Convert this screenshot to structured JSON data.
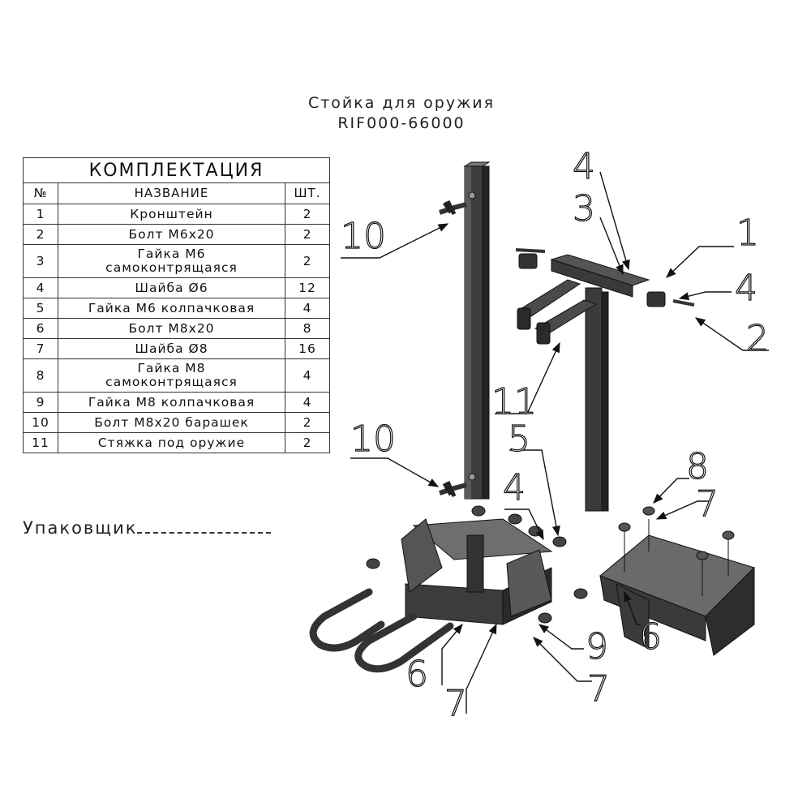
{
  "title": {
    "line1": "Стойка для оружия",
    "line2": "RIF000-66000"
  },
  "table": {
    "caption": "КОМПЛЕКТАЦИЯ",
    "headers": {
      "num": "№",
      "name": "НАЗВАНИЕ",
      "qty": "ШТ."
    },
    "rows": [
      {
        "num": "1",
        "name": [
          "Кронштейн"
        ],
        "qty": "2"
      },
      {
        "num": "2",
        "name": [
          "Болт М6х20"
        ],
        "qty": "2"
      },
      {
        "num": "3",
        "name": [
          "Гайка М6",
          "самоконтрящаяся"
        ],
        "qty": "2"
      },
      {
        "num": "4",
        "name": [
          "Шайба Ø6"
        ],
        "qty": "12"
      },
      {
        "num": "5",
        "name": [
          "Гайка М6 колпачковая"
        ],
        "qty": "4"
      },
      {
        "num": "6",
        "name": [
          "Болт М8х20"
        ],
        "qty": "8"
      },
      {
        "num": "7",
        "name": [
          "Шайба Ø8"
        ],
        "qty": "16"
      },
      {
        "num": "8",
        "name": [
          "Гайка М8",
          "самоконтрящаяся"
        ],
        "qty": "4"
      },
      {
        "num": "9",
        "name": [
          "Гайка М8 колпачковая"
        ],
        "qty": "4"
      },
      {
        "num": "10",
        "name": [
          "Болт М8х20 барашек"
        ],
        "qty": "2"
      },
      {
        "num": "11",
        "name": [
          "Стяжка под оружие"
        ],
        "qty": "2"
      }
    ]
  },
  "packer": {
    "label": "Упаковщик"
  },
  "callouts": {
    "c10_top": "10",
    "c4_top": "4",
    "c3": "3",
    "c1": "1",
    "c4_right": "4",
    "c2": "2",
    "c11": "11",
    "c10_low": "10",
    "c5": "5",
    "c4_mid": "4",
    "c8": "8",
    "c7_right": "7",
    "c6_right": "6",
    "c9": "9",
    "c7_bottom": "7",
    "c6_bottom": "6",
    "c7_center": "7"
  },
  "colors": {
    "metal": "#4d4d4d",
    "metal_dark": "#2f2f2f",
    "metal_light": "#8a8a8a",
    "line": "#111111"
  }
}
